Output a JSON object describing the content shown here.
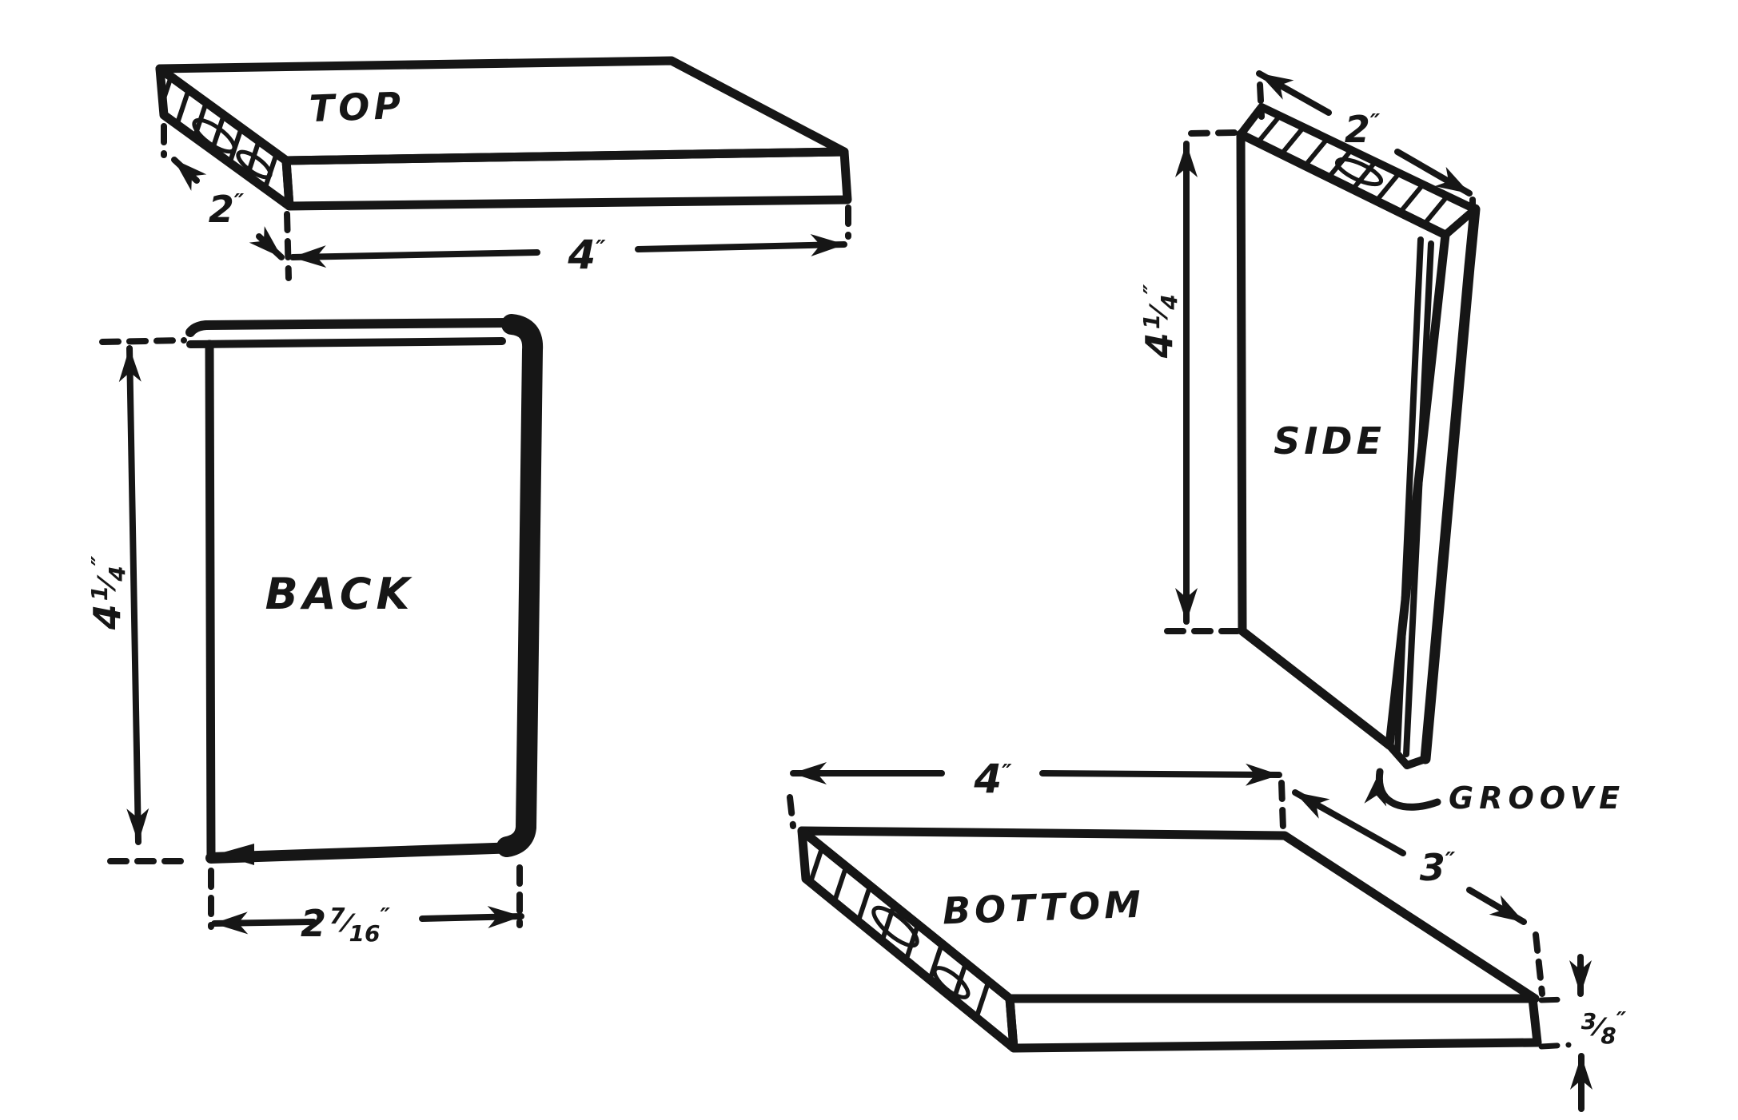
{
  "colors": {
    "ink": "#161616",
    "paper": "#ffffff"
  },
  "parts": {
    "top": {
      "label": "TOP"
    },
    "back": {
      "label": "BACK"
    },
    "side": {
      "label": "SIDE"
    },
    "bottom": {
      "label": "BOTTOM"
    }
  },
  "groove": {
    "label": "GROOVE"
  },
  "dims": {
    "top_depth": {
      "value": "2",
      "unit": "″"
    },
    "top_length": {
      "value": "4",
      "unit": "″"
    },
    "back_height": {
      "whole": "4",
      "num": "1",
      "slash": "⁄",
      "den": "4",
      "unit": "″"
    },
    "back_width": {
      "whole": "2",
      "num": "7",
      "slash": "⁄",
      "den": "16",
      "unit": "″"
    },
    "side_depth": {
      "value": "2",
      "unit": "″"
    },
    "side_height": {
      "whole": "4",
      "num": "1",
      "slash": "⁄",
      "den": "4",
      "unit": "″"
    },
    "bottom_length": {
      "value": "4",
      "unit": "″"
    },
    "bottom_depth": {
      "value": "3",
      "unit": "″"
    },
    "bottom_thickness": {
      "num": "3",
      "slash": "⁄",
      "den": "8",
      "unit": "″"
    }
  }
}
